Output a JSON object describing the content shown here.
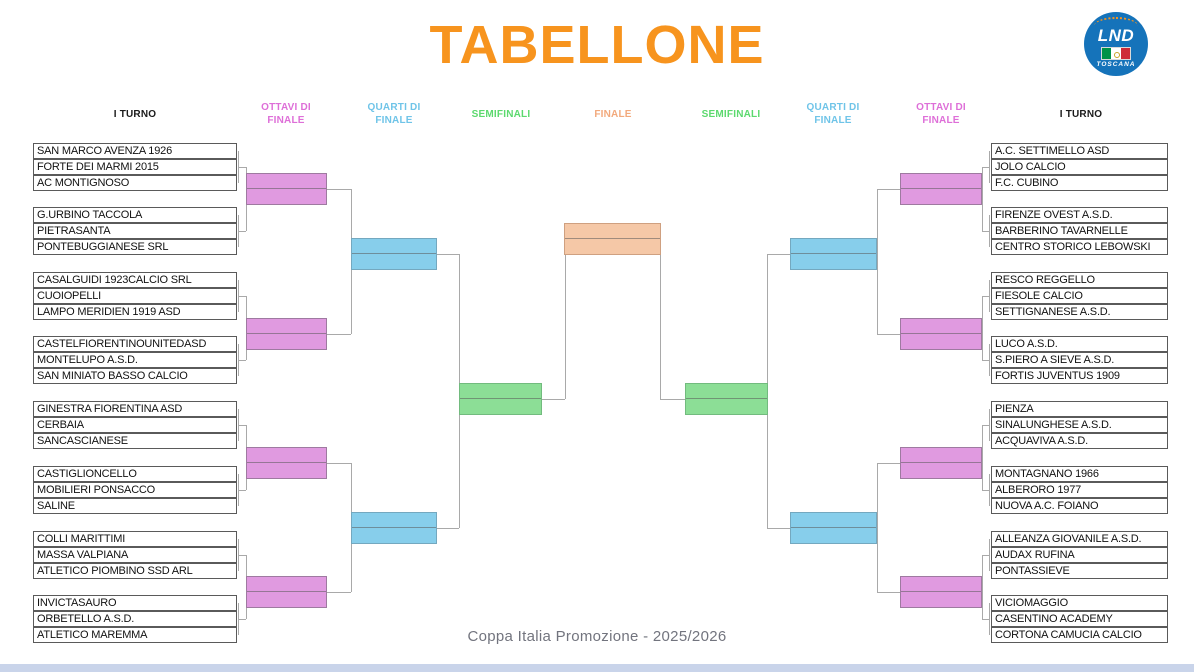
{
  "title": "TABELLONE",
  "footer": "Coppa Italia  Promozione - 2025/2026",
  "logo": {
    "acronym": "LND",
    "region": "TOSCANA"
  },
  "headers": [
    {
      "label": "I TURNO",
      "color": "#1a1a1a"
    },
    {
      "label": "OTTAVI DI FINALE",
      "color": "#de6fd8"
    },
    {
      "label": "QUARTI DI FINALE",
      "color": "#6fc4e8"
    },
    {
      "label": "SEMIFINALI",
      "color": "#5cd96e"
    },
    {
      "label": "FINALE",
      "color": "#f2a97c"
    },
    {
      "label": "SEMIFINALI",
      "color": "#5cd96e"
    },
    {
      "label": "QUARTI DI FINALE",
      "color": "#6fc4e8"
    },
    {
      "label": "OTTAVI DI FINALE",
      "color": "#de6fd8"
    },
    {
      "label": "I TURNO",
      "color": "#1a1a1a"
    }
  ],
  "colors": {
    "title": "#f7941e",
    "ottavi_fill": "#e09ae0",
    "ottavi_border": "#9e7aa0",
    "quarti_fill": "#87ceeb",
    "quarti_border": "#74a8bf",
    "semi_fill": "#8cde96",
    "semi_border": "#72bb7e",
    "finale_fill": "#f5c8a7",
    "finale_border": "#cfa080",
    "line": "#a9a9a9",
    "team_border": "#5a5a5a"
  },
  "groups_left": [
    [
      "SAN MARCO AVENZA 1926",
      "FORTE DEI MARMI 2015",
      "AC MONTIGNOSO"
    ],
    [
      "G.URBINO TACCOLA",
      "PIETRASANTA",
      "PONTEBUGGIANESE SRL"
    ],
    [
      "CASALGUIDI 1923CALCIO SRL",
      "CUOIOPELLI",
      "LAMPO MERIDIEN 1919 ASD"
    ],
    [
      "CASTELFIORENTINOUNITEDASD",
      "MONTELUPO A.S.D.",
      "SAN MINIATO BASSO CALCIO"
    ],
    [
      "GINESTRA FIORENTINA ASD",
      "CERBAIA",
      "SANCASCIANESE"
    ],
    [
      "CASTIGLIONCELLO",
      "MOBILIERI PONSACCO",
      "SALINE"
    ],
    [
      "COLLI MARITTIMI",
      "MASSA VALPIANA",
      "ATLETICO PIOMBINO SSD ARL"
    ],
    [
      "INVICTASAURO",
      "ORBETELLO A.S.D.",
      "ATLETICO MAREMMA"
    ]
  ],
  "groups_right": [
    [
      "A.C. SETTIMELLO ASD",
      "JOLO CALCIO",
      "F.C. CUBINO"
    ],
    [
      "FIRENZE OVEST A.S.D.",
      "BARBERINO TAVARNELLE",
      "CENTRO STORICO LEBOWSKI"
    ],
    [
      "RESCO REGGELLO",
      "FIESOLE CALCIO",
      "SETTIGNANESE A.S.D."
    ],
    [
      "LUCO A.S.D.",
      "S.PIERO A SIEVE A.S.D.",
      "FORTIS JUVENTUS 1909"
    ],
    [
      "PIENZA",
      "SINALUNGHESE A.S.D.",
      "ACQUAVIVA A.S.D."
    ],
    [
      "MONTAGNANO 1966",
      "ALBERORO 1977",
      "NUOVA A.C. FOIANO"
    ],
    [
      "ALLEANZA GIOVANILE A.S.D.",
      "AUDAX RUFINA",
      "PONTASSIEVE"
    ],
    [
      "VICIOMAGGIO",
      "CASENTINO ACADEMY",
      "CORTONA CAMUCIA CALCIO"
    ]
  ],
  "chart_data": {
    "type": "table",
    "title": "TABELLONE",
    "competition": "Coppa Italia  Promozione - 2025/2026",
    "rounds": [
      "I TURNO",
      "OTTAVI DI FINALE",
      "QUARTI DI FINALE",
      "SEMIFINALI",
      "FINALE"
    ],
    "note": "Double-elimination-style bracket sheet: 16 first-round groups of 3 teams (8 left side, 8 right side) feeding ottavi, quarti, semifinali and a central finale; all advancing slots are blank/unfilled."
  }
}
